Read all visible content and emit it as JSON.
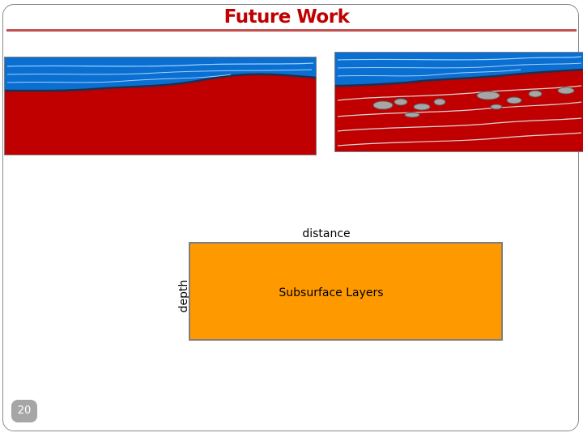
{
  "slide": {
    "title": "Future Work",
    "page_number": "20"
  },
  "diagram": {
    "distance_label": "distance",
    "depth_label": "depth",
    "box_label": "Subsurface Layers"
  },
  "colors": {
    "title": "#c00000",
    "title_rule": "#c0504d",
    "water": "#0a6fd1",
    "subsurface": "#c00000",
    "layers_box": "#ff9900",
    "page_badge": "#a6a6a6"
  },
  "icons": {
    "left_illustration": "seafloor-illustration",
    "right_illustration": "layered-subsurface-illustration"
  }
}
